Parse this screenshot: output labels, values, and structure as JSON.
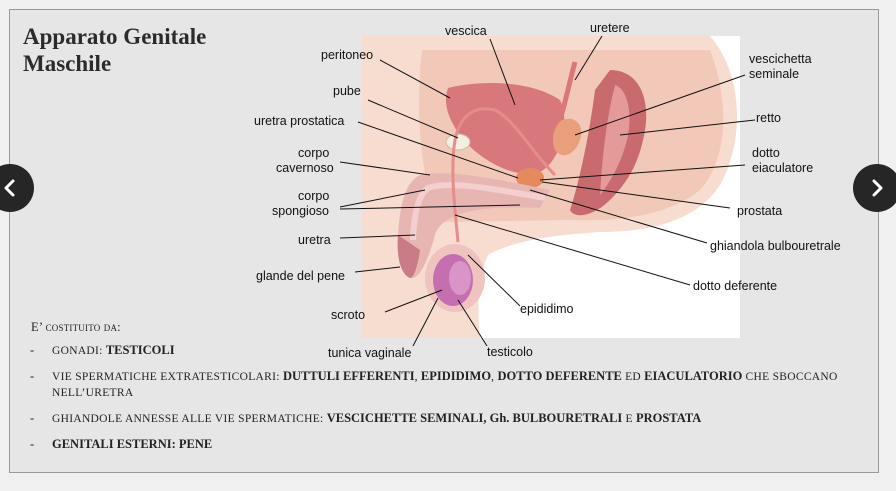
{
  "slide": {
    "title_line1": "Apparato Genitale",
    "title_line2": "Maschile",
    "intro": "E’ costituito da:",
    "bullets": [
      {
        "dash": "-",
        "parts": [
          {
            "text": "GONADI: ",
            "style": "sc"
          },
          {
            "text": "TESTICOLI",
            "style": "bd"
          }
        ]
      },
      {
        "dash": "-",
        "parts": [
          {
            "text": "VIE SPERMATICHE EXTRATESTICOLARI: ",
            "style": "sc"
          },
          {
            "text": "DUTTULI EFFERENTI",
            "style": "bd"
          },
          {
            "text": ", ",
            "style": "sc"
          },
          {
            "text": "EPIDIDIMO",
            "style": "bd"
          },
          {
            "text": ", ",
            "style": "sc"
          },
          {
            "text": "DOTTO DEFERENTE",
            "style": "bd"
          },
          {
            "text": " ED ",
            "style": "sc"
          },
          {
            "text": "EIACULATORIO",
            "style": "bd"
          },
          {
            "text": " CHE SBOCCANO NELL’URETRA",
            "style": "sc"
          }
        ]
      },
      {
        "dash": "-",
        "parts": [
          {
            "text": "GHIANDOLE ANNESSE ALLE VIE SPERMATICHE: ",
            "style": "sc"
          },
          {
            "text": "VESCICHETTE SEMINALI, Gh. BULBOURETRALI",
            "style": "bd"
          },
          {
            "text": " E ",
            "style": "sc"
          },
          {
            "text": "PROSTATA",
            "style": "bd"
          }
        ]
      },
      {
        "dash": "-",
        "parts": [
          {
            "text": "GENITALI ESTERNI: PENE",
            "style": "bd"
          }
        ]
      }
    ]
  },
  "diagram_labels": {
    "vescica": "vescica",
    "uretere": "uretere",
    "peritoneo": "peritoneo",
    "vescichetta1": "vescichetta",
    "vescichetta2": "seminale",
    "pube": "pube",
    "retto": "retto",
    "uretra_prostatica": "uretra prostatica",
    "corpo_cav1": "corpo",
    "corpo_cav2": "cavernoso",
    "dotto_eiac1": "dotto",
    "dotto_eiac2": "eiaculatore",
    "corpo_spong1": "corpo",
    "corpo_spong2": "spongioso",
    "prostata": "prostata",
    "uretra": "uretra",
    "ghiandola": "ghiandola bulbouretrale",
    "glande": "glande del pene",
    "dotto_deferente": "dotto deferente",
    "scroto": "scroto",
    "epididimo": "epididimo",
    "tunica": "tunica vaginale",
    "testicolo": "testicolo"
  },
  "nav": {
    "prev_icon": "chevron-left-icon",
    "next_icon": "chevron-right-icon"
  }
}
